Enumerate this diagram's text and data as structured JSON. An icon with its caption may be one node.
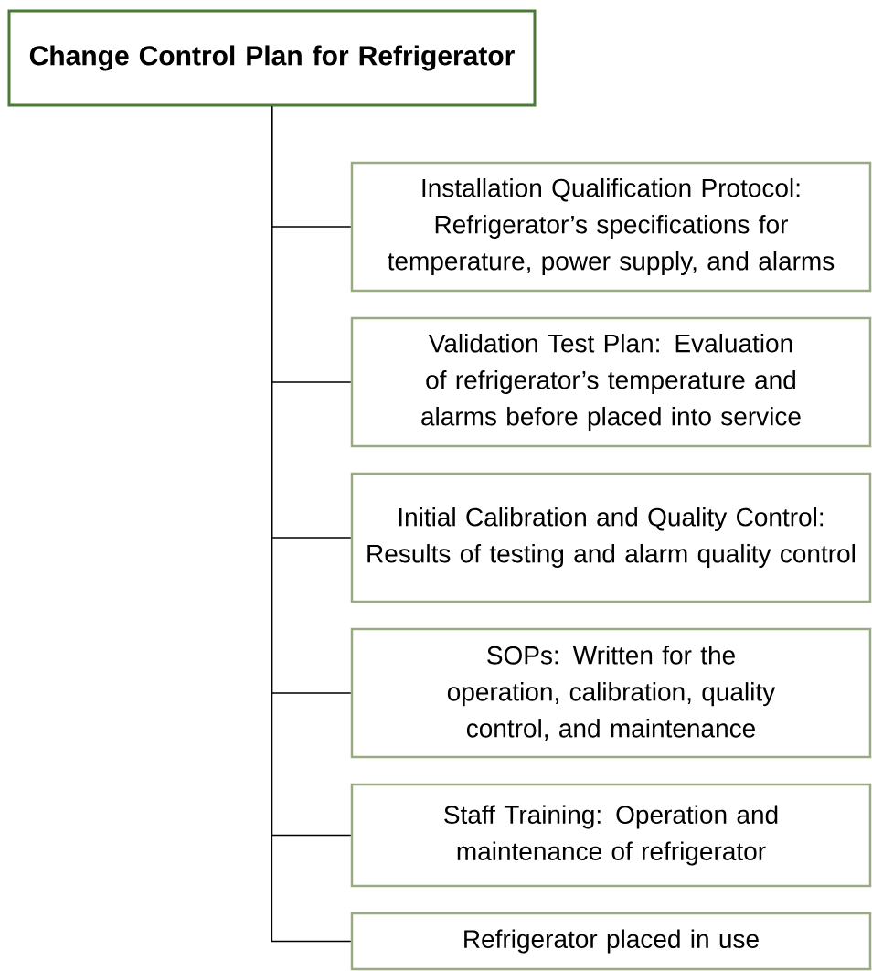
{
  "diagram": {
    "nodes": [
      {
        "text": [
          "Change Control Plan for Refrigerator"
        ]
      },
      {
        "text": [
          "Installation Qualification Protocol: Refrigerator’s specifications for temperature, power supply, and alarms"
        ]
      },
      {
        "text": [
          "Validation Test Plan: Evaluation of refrigerator’s temperature and alarms before placed into service"
        ]
      },
      {
        "text": [
          "Initial Calibration and Quality Control: Results of testing and alarm quality control"
        ]
      },
      {
        "text": [
          "SOPs: Written for the operation, calibration, quality control, and maintenance"
        ]
      },
      {
        "text": [
          "Staff Training: Operation and maintenance of refrigerator"
        ]
      },
      {
        "text": [
          "Refrigerator placed in use"
        ]
      }
    ],
    "edges": [
      {
        "from": 0,
        "to": 1,
        "arrow": "none"
      },
      {
        "from": 0,
        "to": 2,
        "arrow": "none"
      },
      {
        "from": 0,
        "to": 3,
        "arrow": "none"
      },
      {
        "from": 0,
        "to": 4,
        "arrow": "none"
      },
      {
        "from": 0,
        "to": 5,
        "arrow": "none"
      },
      {
        "from": 0,
        "to": 6,
        "arrow": "none"
      }
    ]
  }
}
